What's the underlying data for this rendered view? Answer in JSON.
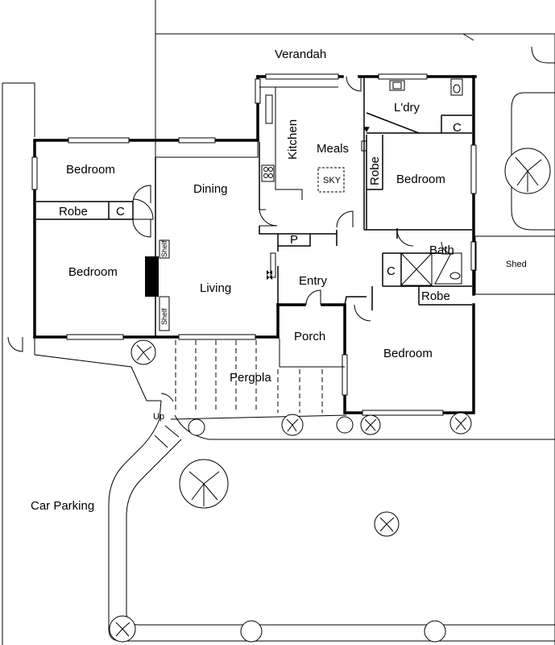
{
  "rooms": {
    "verandah": "Verandah",
    "kitchen": "Kitchen",
    "meals": "Meals",
    "laundry": "L'dry",
    "bedroom_nw": "Bedroom",
    "robe_w": "Robe",
    "cupboard_w": "C",
    "dining": "Dining",
    "bedroom_w": "Bedroom",
    "living": "Living",
    "shelf_upper": "Shelf",
    "shelf_lower": "Shelf",
    "sky": "SKY",
    "pantry": "P",
    "robe_ne": "Robe",
    "bedroom_ne": "Bedroom",
    "cupboard_laundry": "C",
    "bath": "Bath",
    "cupboard_bath": "C",
    "shed": "Shed",
    "entry": "Entry",
    "robe_e": "Robe",
    "porch": "Porch",
    "bedroom_se": "Bedroom",
    "pergola": "Pergola",
    "up": "Up",
    "car_parking": "Car Parking"
  }
}
